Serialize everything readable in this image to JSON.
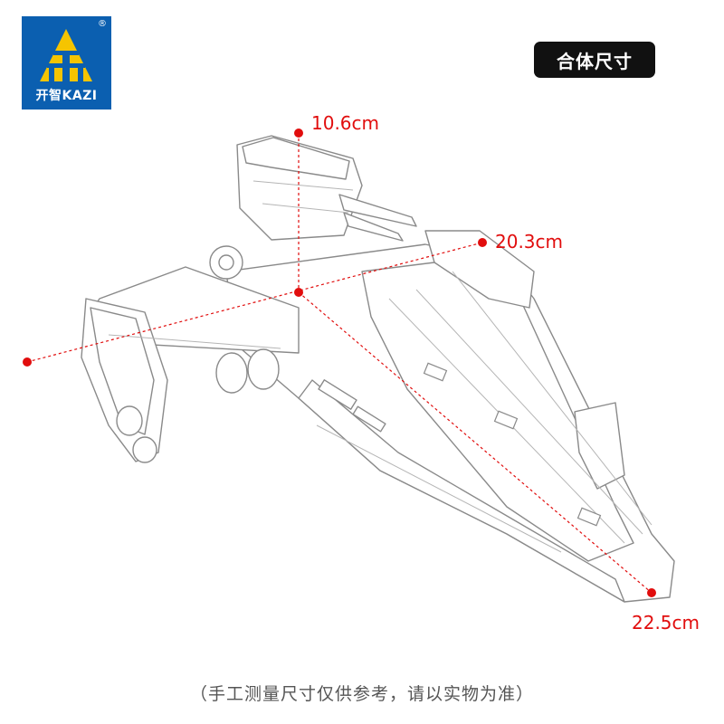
{
  "brand": {
    "name_cn": "开智",
    "name_en": "KAZI",
    "registered_mark": "®",
    "color": "#0b5fb0",
    "accent": "#f5c400"
  },
  "badge": {
    "label": "合体尺寸"
  },
  "dimensions": {
    "height": "10.6cm",
    "width": "20.3cm",
    "length": "22.5cm",
    "color": "#e10d0d"
  },
  "footnote": "（手工测量尺寸仅供参考，请以实物为准）"
}
